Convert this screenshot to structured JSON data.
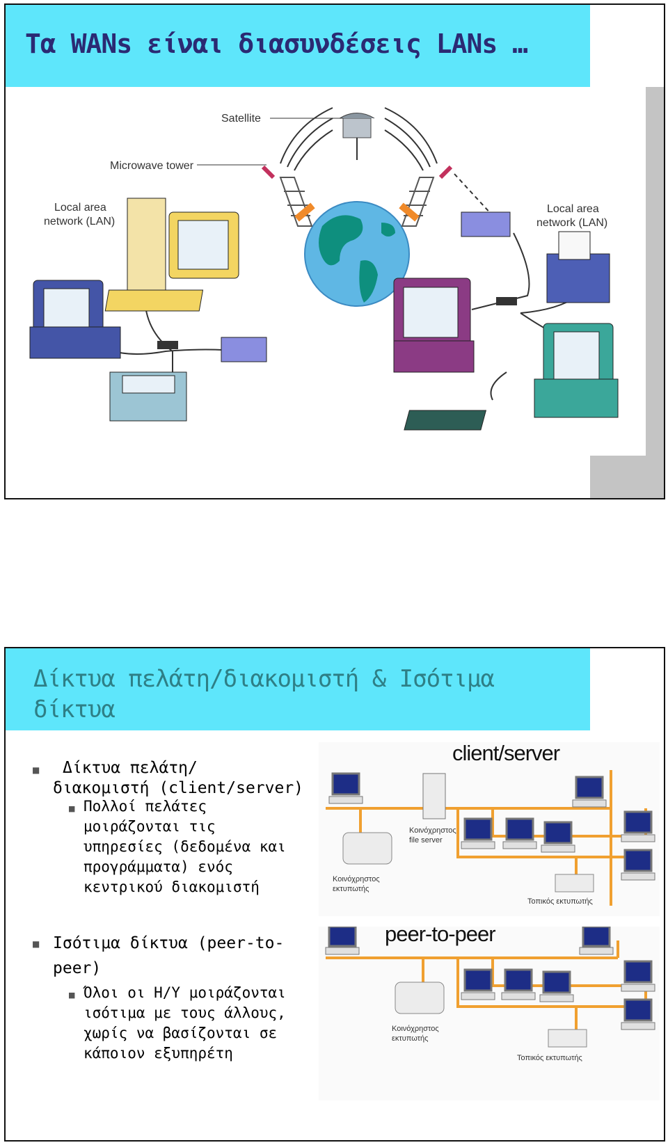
{
  "slide1": {
    "title": "Τα WANs είναι διασυνδέσεις LANs …",
    "diagram": {
      "satellite": "Satellite",
      "microwave_tower": "Microwave tower",
      "lan_left": [
        "Local area",
        "network (LAN)"
      ],
      "lan_right": [
        "Local area",
        "network (LAN)"
      ]
    }
  },
  "slide2": {
    "title_line1": "Δίκτυα πελάτη/διακομιστή & Ισότιμα",
    "title_line2": "δίκτυα",
    "bullet1": {
      "lines": [
        "Δίκτυα πελάτη/",
        "διακομιστή (client/server)"
      ],
      "sub": [
        "Πολλοί πελάτες",
        "μοιράζονται τις",
        "υπηρεσίες (δεδομένα και",
        "προγράμματα) ενός",
        "κεντρικού διακομιστή"
      ]
    },
    "bullet2": {
      "lines": [
        "Ισότιμα δίκτυα (peer-to-",
        "peer)"
      ],
      "sub": [
        "Όλοι οι Η/Υ μοιράζονται",
        "ισότιμα με τους άλλους,",
        "χωρίς να βασίζονται σε",
        "κάποιον εξυπηρέτη"
      ]
    },
    "cs_diagram": {
      "tag": "client/server",
      "file_server": [
        "Κοινόχρηστος",
        "file server"
      ],
      "shared_printer": [
        "Κοινόχρηστος",
        "εκτυπωτής"
      ],
      "local_printer": "Τοπικός εκτυπωτής"
    },
    "p2p_diagram": {
      "tag": "peer-to-peer",
      "shared_printer": [
        "Κοινόχρηστος",
        "εκτυπωτής"
      ],
      "local_printer": "Τοπικός εκτυπωτής"
    }
  },
  "colors": {
    "title_band": "#5ee6fb",
    "title1_text": "#2b2a73",
    "title2_text": "#2e7f86",
    "network_line": "#f0a030"
  }
}
